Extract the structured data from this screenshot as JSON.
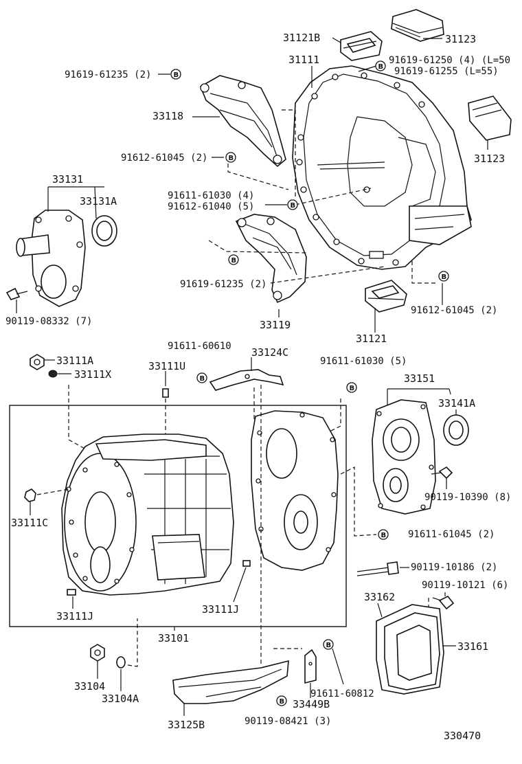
{
  "diagram_id": "330470",
  "bolt_marker": "B",
  "labels": {
    "p31121B": "31121B",
    "p31123_top": "31123",
    "p31111": "31111",
    "b_91619_61250": "91619-61250 (4) (L=50",
    "b_91619_61255": "91619-61255  (L=55)",
    "b_91619_61235_a": "91619-61235 (2)",
    "p33118": "33118",
    "p31123_right": "31123",
    "b_91612_61045_a": "91612-61045 (2)",
    "p33131": "33131",
    "p33131A": "33131A",
    "b_91611_61030_4": "91611-61030 (4)",
    "b_91612_61040_5": "91612-61040 (5)",
    "b_91619_61235_b": "91619-61235 (2)",
    "b_90119_08332": "90119-08332 (7)",
    "p33119": "33119",
    "b_91612_61045_b": "91612-61045 (2)",
    "p31121": "31121",
    "b_91611_60610": "91611-60610",
    "p33124C": "33124C",
    "b_91611_61030_5": "91611-61030 (5)",
    "p33111A": "33111A",
    "p33111X": "33111X",
    "p33111U": "33111U",
    "p33151": "33151",
    "p33141A": "33141A",
    "b_90119_10390": "90119-10390 (8)",
    "p33111C": "33111C",
    "b_91611_61045": "91611-61045 (2)",
    "b_90119_10186": "90119-10186 (2)",
    "b_90119_10121": "90119-10121 (6)",
    "p33162": "33162",
    "p33111J_left": "33111J",
    "p33111J_mid": "33111J",
    "p33101": "33101",
    "p33161": "33161",
    "p33104": "33104",
    "p33104A": "33104A",
    "b_91611_60812": "91611-60812",
    "p33449B": "33449B",
    "p33125B": "33125B",
    "b_90119_08421": "90119-08421 (3)"
  }
}
